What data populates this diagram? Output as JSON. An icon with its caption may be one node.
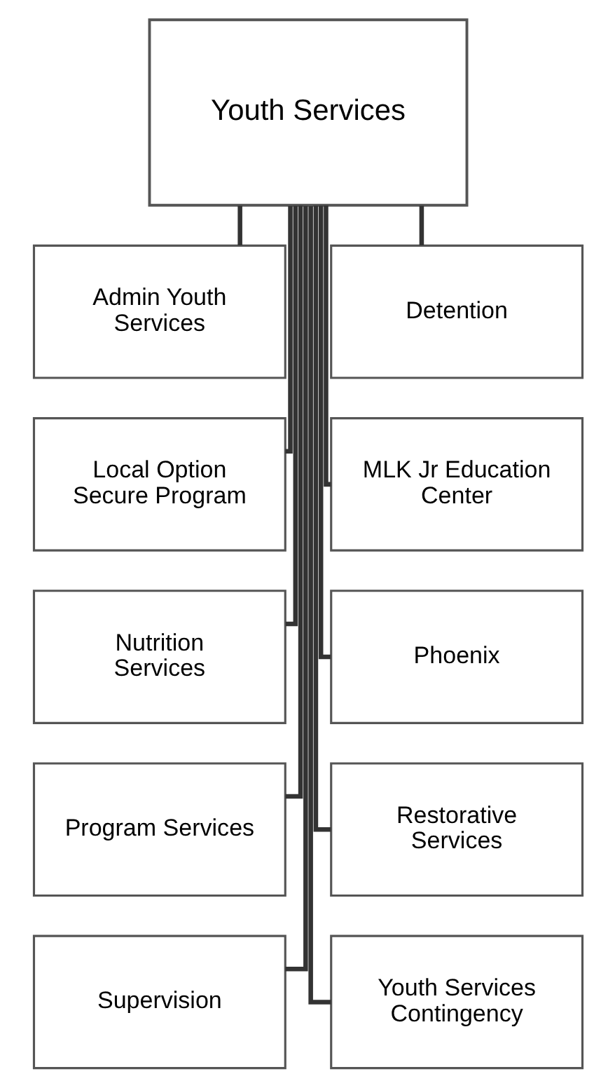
{
  "diagram": {
    "nodes": [
      {
        "text": [
          "Youth Services"
        ]
      },
      {
        "text": [
          "Admin Youth Services"
        ]
      },
      {
        "text": [
          "Detention"
        ]
      },
      {
        "text": [
          "Local Option Secure Program"
        ]
      },
      {
        "text": [
          "MLK Jr Education Center"
        ]
      },
      {
        "text": [
          "Nutrition Services"
        ]
      },
      {
        "text": [
          "Phoenix"
        ]
      },
      {
        "text": [
          "Program Services"
        ]
      },
      {
        "text": [
          "Restorative Services"
        ]
      },
      {
        "text": [
          "Supervision"
        ]
      },
      {
        "text": [
          "Youth Services Contingency"
        ]
      }
    ],
    "edges": [
      {
        "from": 0,
        "to": 1,
        "arrow": "none"
      },
      {
        "from": 0,
        "to": 2,
        "arrow": "none"
      },
      {
        "from": 0,
        "to": 3,
        "arrow": "none"
      },
      {
        "from": 0,
        "to": 4,
        "arrow": "none"
      },
      {
        "from": 0,
        "to": 5,
        "arrow": "none"
      },
      {
        "from": 0,
        "to": 6,
        "arrow": "none"
      },
      {
        "from": 0,
        "to": 7,
        "arrow": "none"
      },
      {
        "from": 0,
        "to": 8,
        "arrow": "none"
      },
      {
        "from": 0,
        "to": 9,
        "arrow": "none"
      },
      {
        "from": 0,
        "to": 10,
        "arrow": "none"
      }
    ]
  }
}
